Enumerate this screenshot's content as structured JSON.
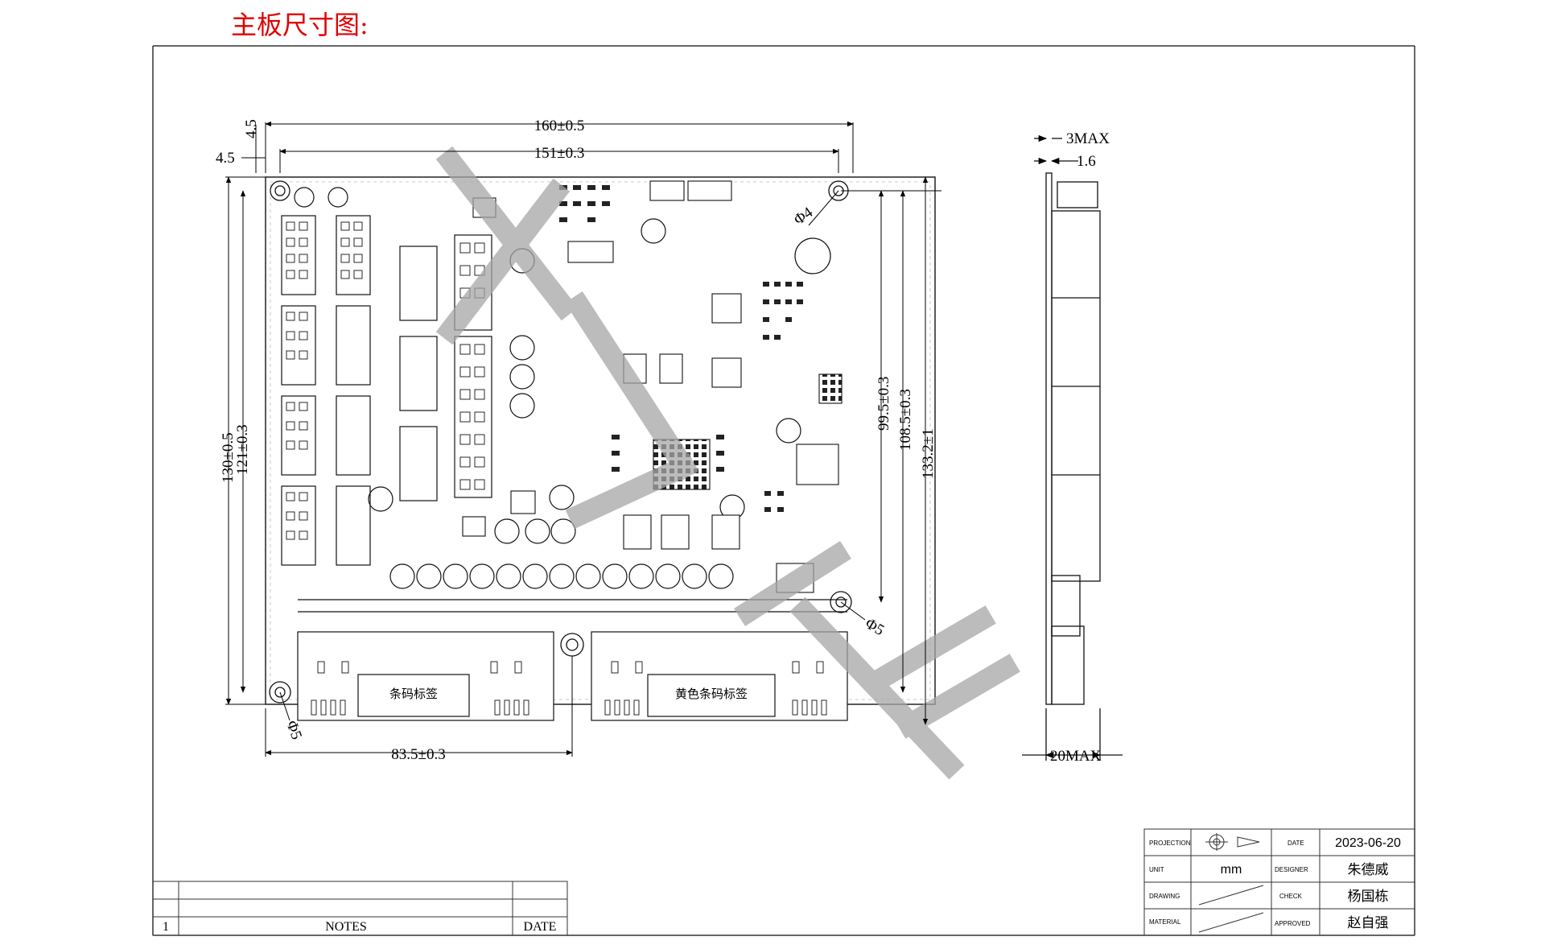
{
  "heading": "主板尺寸图:",
  "dimensions": {
    "width_overall": "160±0.5",
    "width_holes": "151±0.3",
    "left_offset": "4.5",
    "top_offset": "4.5",
    "height_overall": "130±0.5",
    "height_holes": "121±0.3",
    "height_right_1": "99.5±0.3",
    "height_right_2": "108.5±0.3",
    "height_right_3": "133.2±1",
    "bottom_width": "83.5±0.3",
    "hole_top": "Φ4",
    "hole_mid": "Φ5",
    "hole_bottom": "Φ5",
    "side_top": "3MAX",
    "side_pcb": "1.6",
    "side_bottom": "20MAX"
  },
  "labels": {
    "barcode_left": "条码标签",
    "barcode_right": "黄色条码标签"
  },
  "title_block": {
    "projection_label": "PROJECTION",
    "date_label": "DATE",
    "date_value": "2023-06-20",
    "unit_label": "UNIT",
    "unit_value": "mm",
    "designer_label": "DESIGNER",
    "designer_value": "朱德威",
    "drawing_label": "DRAWING",
    "check_label": "CHECK",
    "check_value": "杨国栋",
    "material_label": "MATERIAL",
    "approved_label": "APPROVED",
    "approved_value": "赵自强"
  },
  "notes_block": {
    "row_number": "1",
    "notes_label": "NOTES",
    "date_label": "DATE"
  }
}
